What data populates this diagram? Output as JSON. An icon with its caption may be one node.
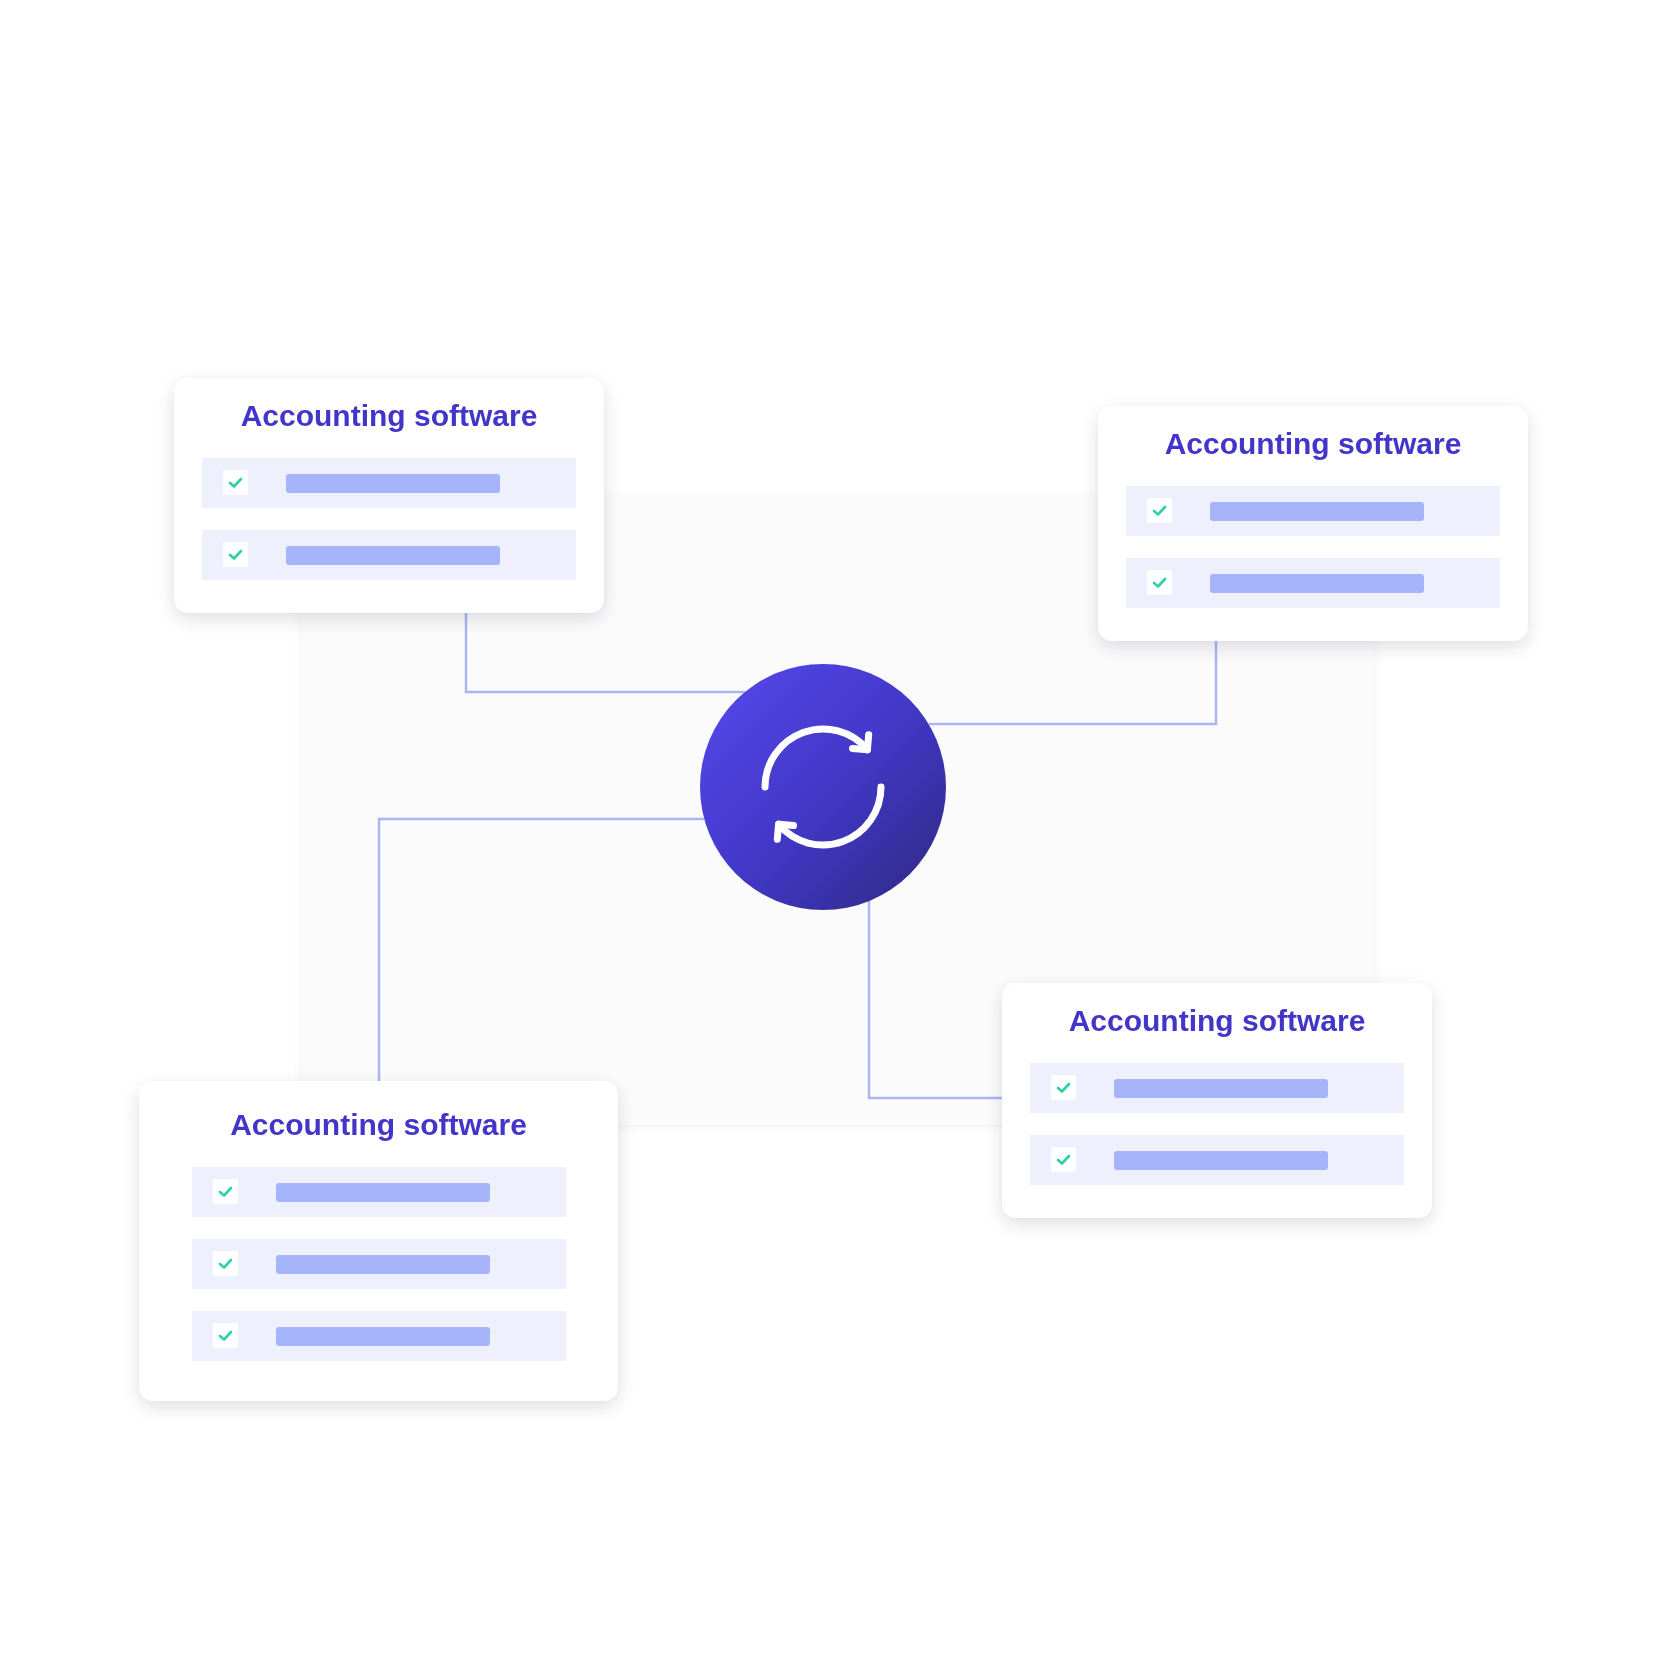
{
  "diagram": {
    "nodes": [
      {
        "text": [
          "Accounting software"
        ]
      },
      {
        "text": [
          "Accounting software"
        ]
      },
      {
        "text": [],
        "shape": "circle"
      },
      {
        "text": [
          "Accounting software"
        ]
      },
      {
        "text": [
          "Accounting software"
        ]
      }
    ],
    "edges": [
      {
        "from": 0,
        "to": 2,
        "arrow": "none"
      },
      {
        "from": 1,
        "to": 2,
        "arrow": "none"
      },
      {
        "from": 2,
        "to": 4,
        "arrow": "none"
      },
      {
        "from": 2,
        "to": 3,
        "arrow": "none"
      }
    ]
  }
}
